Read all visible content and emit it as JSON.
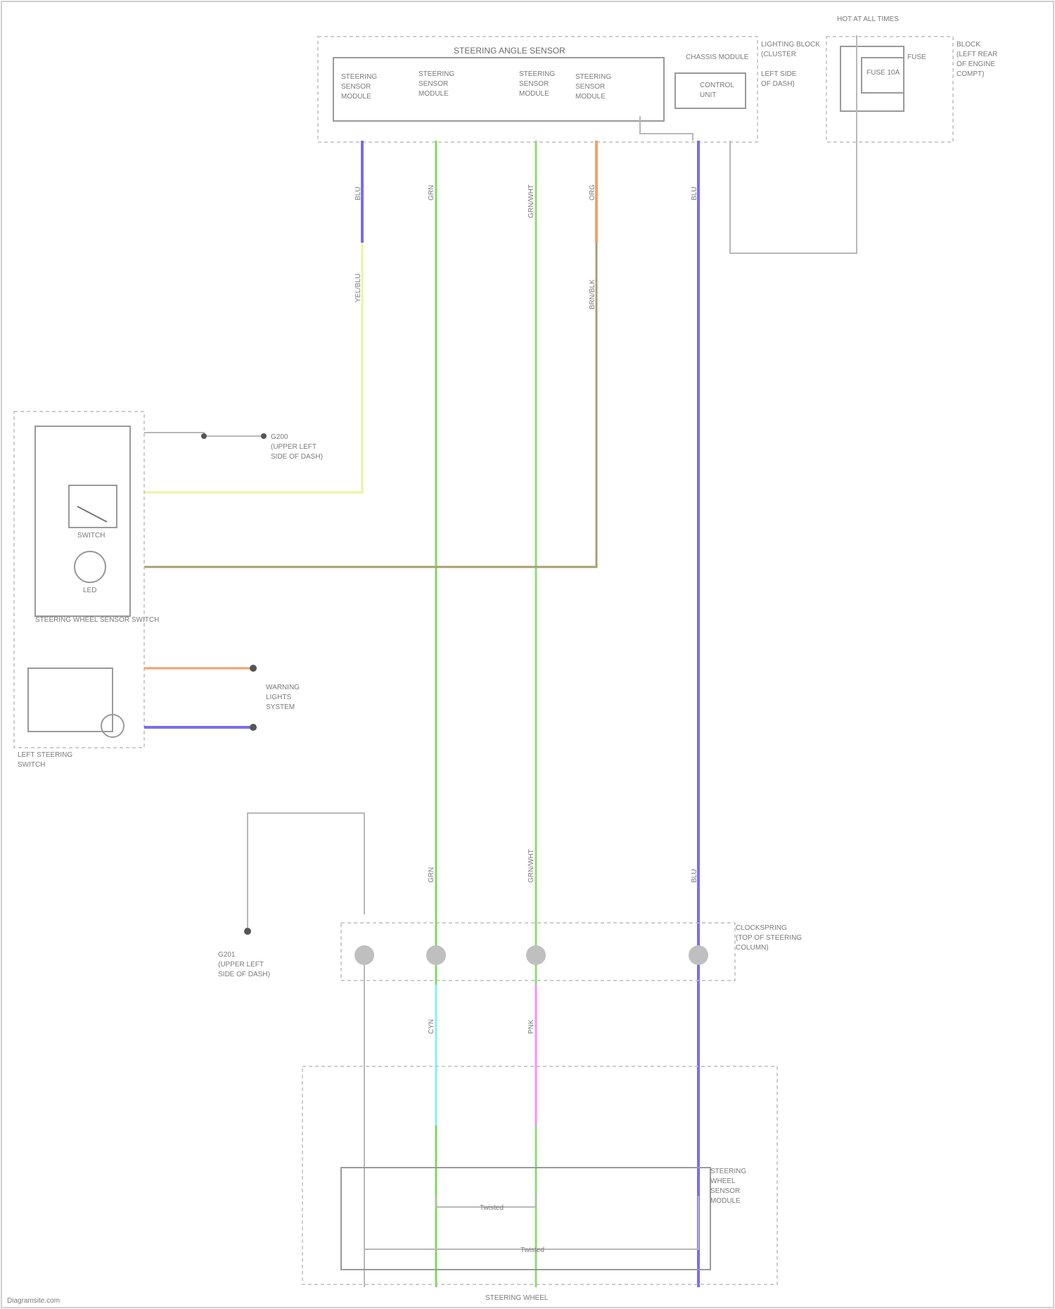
{
  "diagram": {
    "modules": {
      "sas_module": {
        "title": "STEERING ANGLE SENSOR",
        "text_lines": [
          "STEERING",
          "SENSOR",
          "MODULE"
        ]
      },
      "chassis_module": {
        "title": "CHASSIS MODULE",
        "text_lines": [
          "CONTROL",
          "UNIT"
        ]
      },
      "lighting_block": {
        "label_lines": [
          "LIGHTING BLOCK",
          "(CLUSTER",
          "LEFT SIDE",
          "OF DASH)"
        ]
      },
      "fuse_block": {
        "title": "HOT AT ALL TIMES",
        "fuse": "FUSE 10A",
        "label_lines": [
          "FUSE",
          "BLOCK",
          "(LEFT REAR",
          "OF ENGINE",
          "COMPT)"
        ]
      },
      "steering_switch": {
        "title": "STEERING WHEEL SENSOR SWITCH",
        "label_lines": [
          "LEFT STEERING",
          "SWITCH"
        ]
      },
      "clock_spring": {
        "label_lines": [
          "CLOCKSPRING",
          "(TOP OF STEERING",
          "COLUMN)"
        ]
      },
      "steering_wheel_module": {
        "label_lines": [
          "STEERING",
          "WHEEL",
          "SENSOR",
          "MODULE"
        ]
      },
      "steering_wheel": {
        "label": "STEERING WHEEL"
      },
      "switch_labels": [
        "SWITCH",
        "LED"
      ],
      "ground_top": [
        "G200",
        "(UPPER LEFT",
        "SIDE OF DASH)"
      ],
      "ground_bottom": [
        "G201",
        "(UPPER LEFT",
        "SIDE OF DASH)"
      ],
      "warning_label": [
        "WARNING",
        "LIGHTS",
        "SYSTEM"
      ],
      "twisted_pair_1": "Twisted",
      "twisted_pair_2": "Twisted"
    },
    "wires": [
      {
        "id": "blu-yel",
        "color": "#7b6cf0",
        "codes": [
          "BLU",
          "YEL/BLU"
        ]
      },
      {
        "id": "grn",
        "color": "#7fd95c",
        "codes": [
          "GRN",
          "GRN"
        ]
      },
      {
        "id": "grn-wht",
        "color": "#8fd87a",
        "codes": [
          "GRN/WHT",
          "GRN/WHT"
        ]
      },
      {
        "id": "org-brn",
        "color": "#f3a06b",
        "codes": [
          "ORG",
          "BRN/BLK"
        ]
      },
      {
        "id": "blu-main",
        "color": "#7a6cf2",
        "codes": [
          "BLU",
          "BLU"
        ]
      },
      {
        "id": "pnk",
        "color": "#ff8cff",
        "codes": [
          "PNK"
        ]
      },
      {
        "id": "cyan",
        "color": "#7ff0ff",
        "codes": [
          "CYN"
        ]
      }
    ],
    "footer": "Diagramsite.com"
  }
}
